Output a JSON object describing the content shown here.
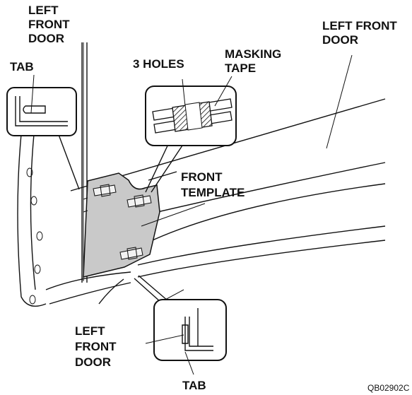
{
  "labels": {
    "left_front_door_top_left": [
      "LEFT",
      "FRONT",
      "DOOR"
    ],
    "left_front_door_top_right": [
      "LEFT FRONT",
      "DOOR"
    ],
    "tab_top": "TAB",
    "three_holes": "3 HOLES",
    "masking_tape": [
      "MASKING",
      "TAPE"
    ],
    "front_template": [
      "FRONT",
      "TEMPLATE"
    ],
    "left_front_door_bottom": [
      "LEFT",
      "FRONT",
      "DOOR"
    ],
    "tab_bottom": "TAB"
  },
  "figure_code": "QB02902C"
}
